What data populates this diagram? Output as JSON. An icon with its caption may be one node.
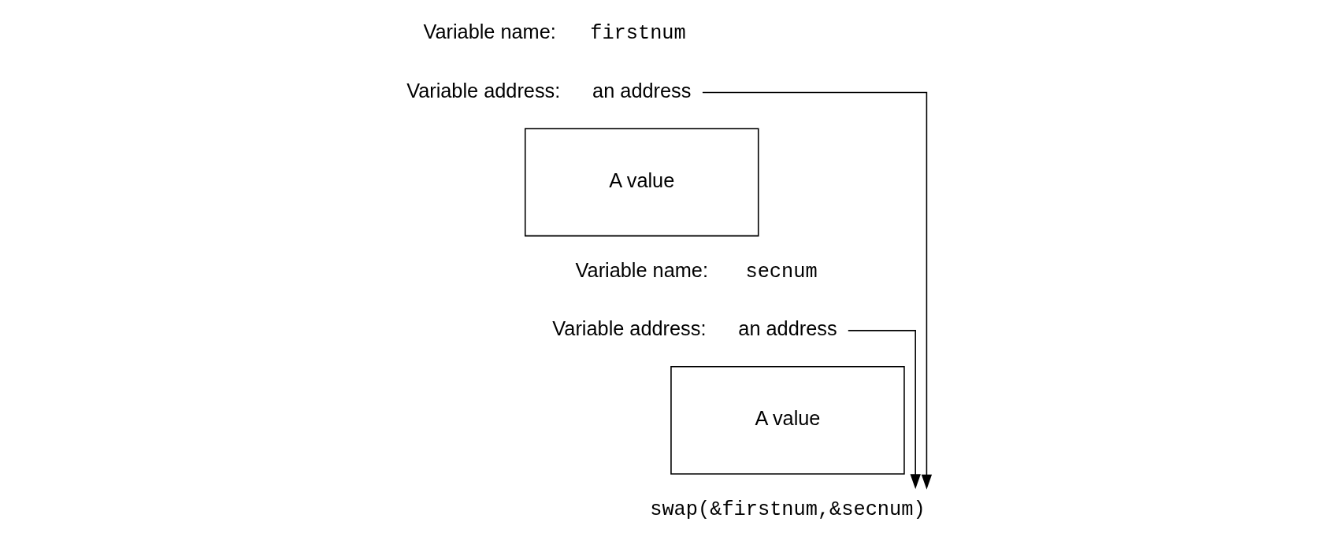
{
  "diagram": {
    "nodes": [
      {
        "text": [
          "an address"
        ]
      },
      {
        "text": [
          "A value"
        ]
      },
      {
        "text": [
          "an address"
        ]
      },
      {
        "text": [
          "A value"
        ]
      },
      {
        "text": [
          "swap(&firstnum,&secnum)"
        ]
      }
    ],
    "edges": [
      {
        "from": 0,
        "to": 4,
        "arrow": "to"
      },
      {
        "from": 2,
        "to": 4,
        "arrow": "to"
      }
    ],
    "labels": [
      "Variable name:",
      "firstnum",
      "Variable address:",
      "Variable name:",
      "secnum",
      "Variable address:"
    ]
  }
}
